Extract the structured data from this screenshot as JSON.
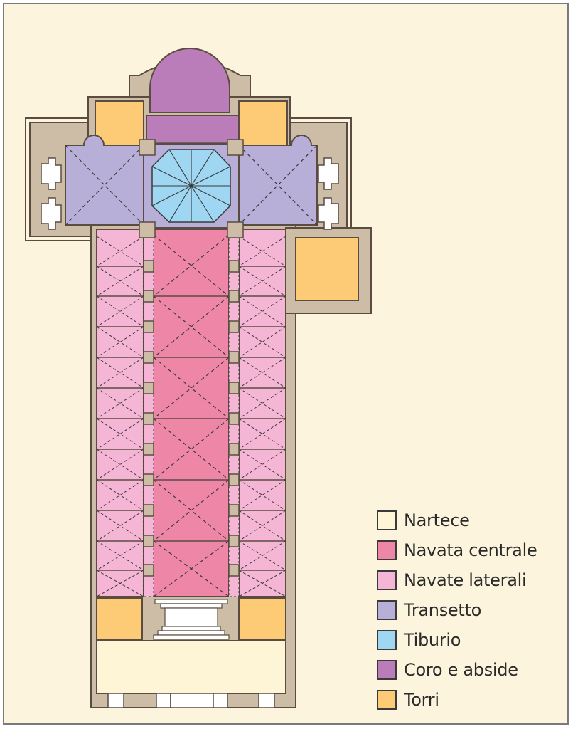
{
  "colors": {
    "background": "#fdf4dd",
    "wall": "#cdbda6",
    "wall_outline": "#5a4c40",
    "nartece": "#fdf5d6",
    "navata_centrale": "#ee86a7",
    "navate_laterali": "#f5b6d5",
    "transetto": "#b8afd8",
    "tiburio": "#9fd6f2",
    "coro_abside": "#bb7cba",
    "torri": "#fdcb75"
  },
  "legend": {
    "items": [
      {
        "key": "nartece",
        "label": "Nartece",
        "color": "#fdf5d6"
      },
      {
        "key": "navata_centrale",
        "label": "Navata centrale",
        "color": "#ee86a7"
      },
      {
        "key": "navate_laterali",
        "label": "Navate laterali",
        "color": "#f5b6d5"
      },
      {
        "key": "transetto",
        "label": "Transetto",
        "color": "#b8afd8"
      },
      {
        "key": "tiburio",
        "label": "Tiburio",
        "color": "#9fd6f2"
      },
      {
        "key": "coro_abside",
        "label": "Coro e abside",
        "color": "#bb7cba"
      },
      {
        "key": "torri",
        "label": "Torri",
        "color": "#fdcb75"
      }
    ]
  }
}
